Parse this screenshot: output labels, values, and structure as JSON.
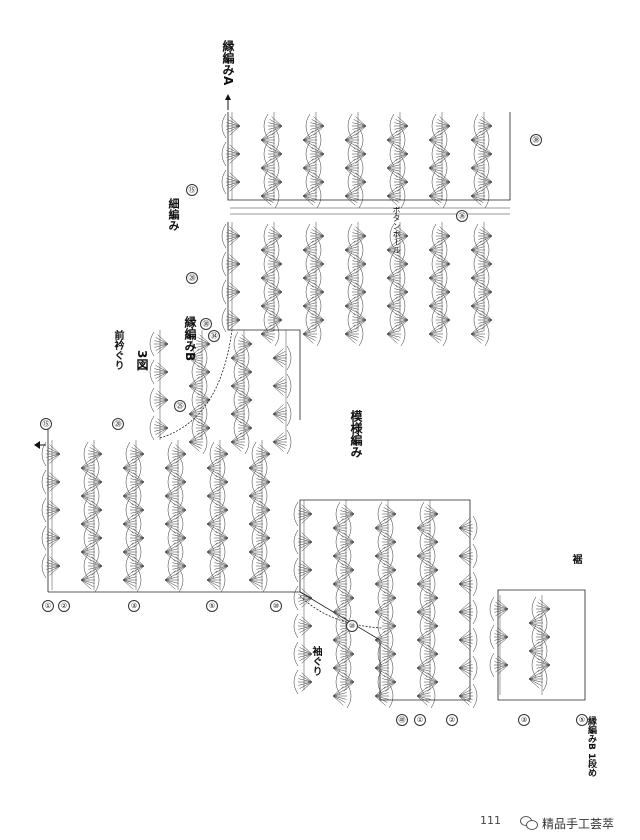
{
  "labels": {
    "edge_a": "縁編みA",
    "edge_b": "縁編みB",
    "collar_rib": "細編み",
    "front_neck": "前衿ぐり",
    "figure": "3図",
    "pattern": "模様編み",
    "armhole": "袖ぐり",
    "hem": "裾",
    "edge_b_row": "縁編みB 1段め",
    "button": "ボタンホール"
  },
  "row_marks": [
    "①",
    "②",
    "③",
    "⑤",
    "⑩",
    "⑮",
    "⑳",
    "㉕",
    "㉚",
    "㉞",
    "㊱",
    "㊳",
    "㊵"
  ],
  "footer": {
    "brand": "精品手工荟萃",
    "page_number": "111"
  },
  "icons": {
    "wechat": "wechat-icon",
    "start_arrow": "arrow-icon"
  },
  "colors": {
    "ink": "#1a1a1a",
    "paper": "#ffffff"
  }
}
